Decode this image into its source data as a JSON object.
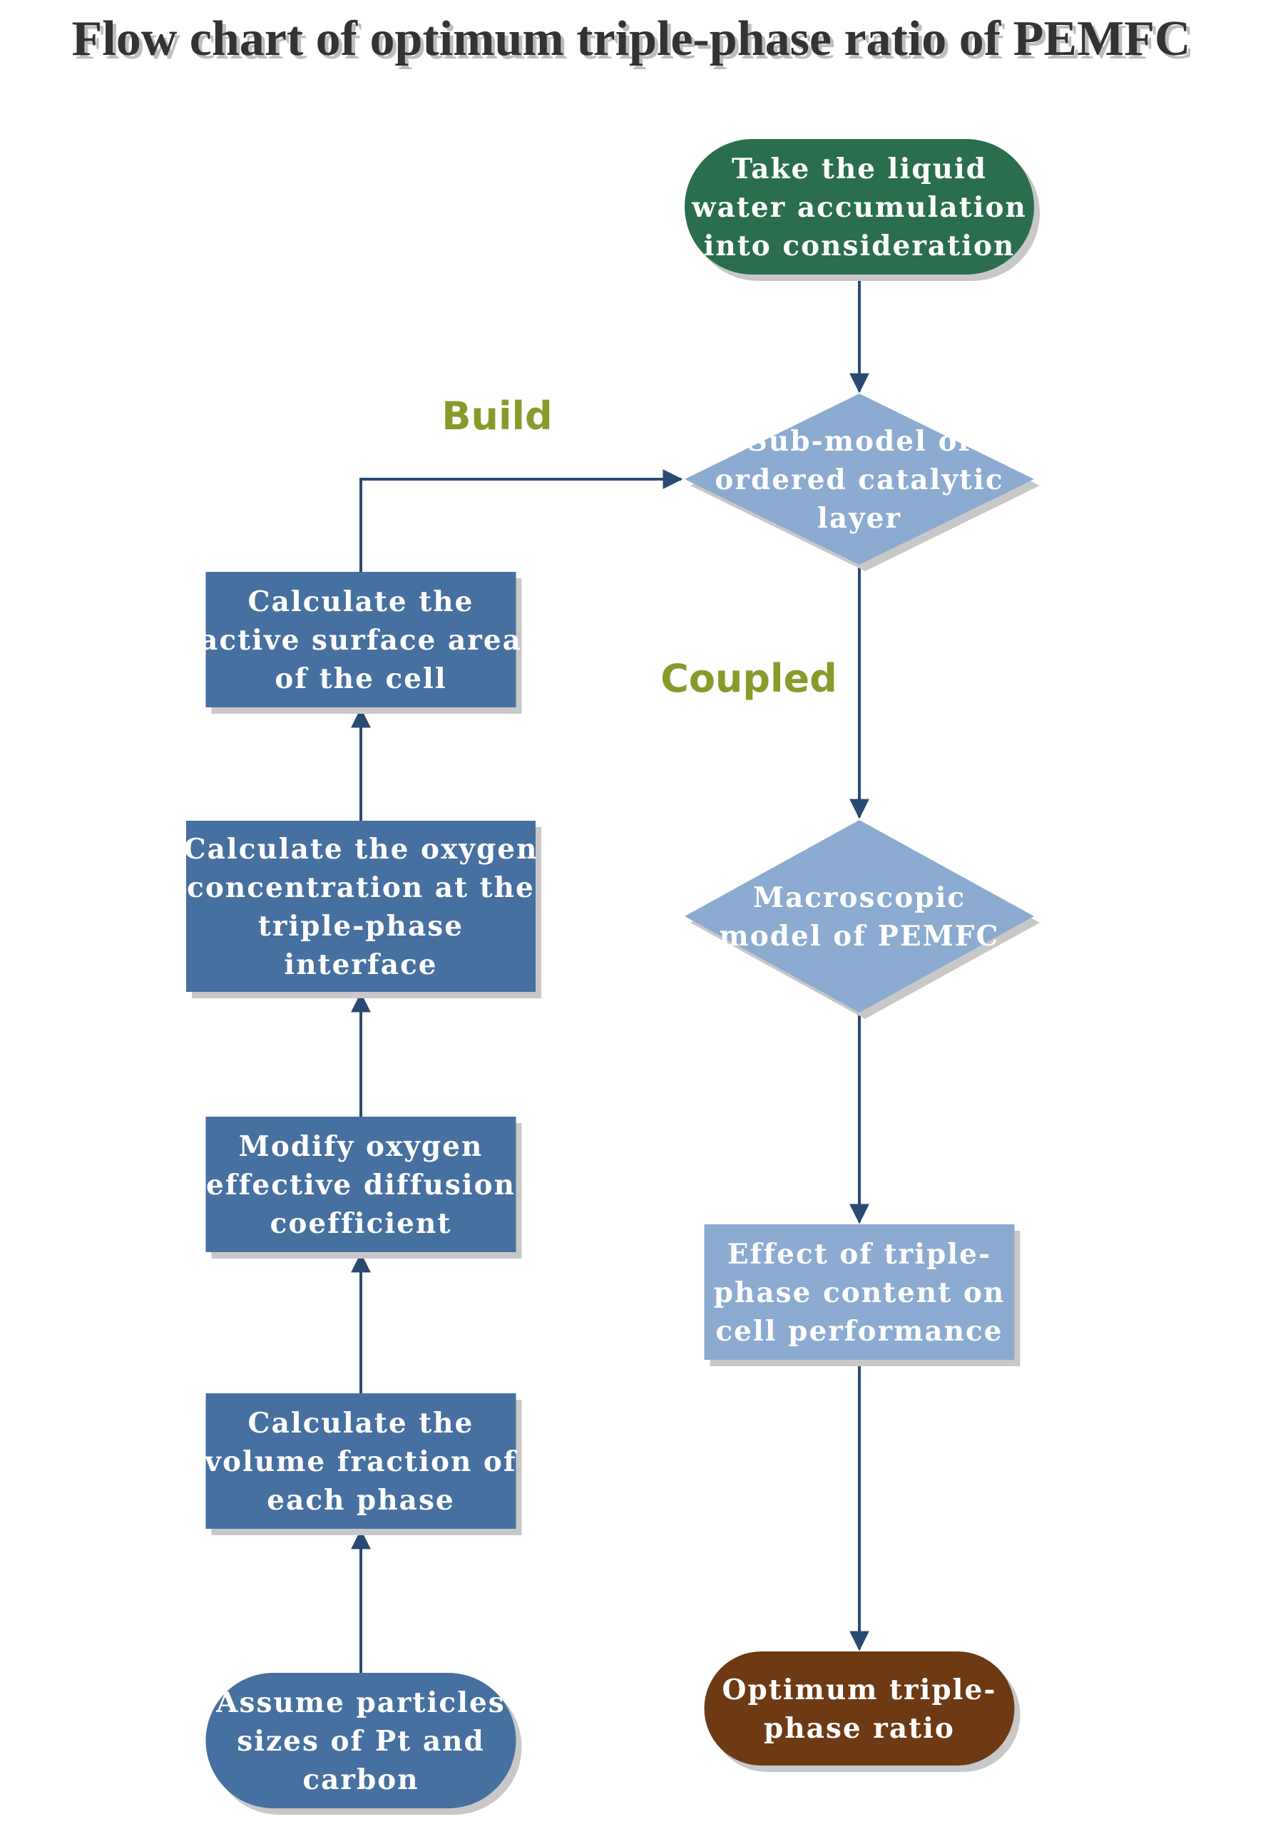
{
  "title": "Flow chart of optimum triple-phase ratio of PEMFC",
  "colors": {
    "start_green": "#2a6e4e",
    "dark_blue": "#4670a0",
    "light_blue": "#8cabd1",
    "end_brown": "#6e3a14",
    "edge": "#2b4a72",
    "edge_label": "#8a9a2a",
    "shadow": "#c8c8c8"
  },
  "nodes": {
    "liquid_water": {
      "shape": "rounded-terminal",
      "lines": [
        "Take the liquid",
        "water accumulation",
        "into consideration"
      ]
    },
    "sub_model": {
      "shape": "diamond",
      "lines": [
        "Sub-model of",
        "ordered catalytic",
        "layer"
      ]
    },
    "macroscopic": {
      "shape": "diamond",
      "lines": [
        "Macroscopic",
        "model of PEMFC"
      ]
    },
    "effect": {
      "shape": "rectangle",
      "lines": [
        "Effect of triple-",
        "phase content on",
        "cell performance"
      ]
    },
    "optimum": {
      "shape": "rounded-terminal",
      "lines": [
        "Optimum triple-",
        "phase ratio"
      ]
    },
    "active_surface": {
      "shape": "rectangle",
      "lines": [
        "Calculate the",
        "active surface area",
        "of the cell"
      ]
    },
    "oxygen_conc": {
      "shape": "rectangle",
      "lines": [
        "Calculate the oxygen",
        "concentration at the",
        "triple-phase",
        "interface"
      ]
    },
    "modify_oxygen": {
      "shape": "rectangle",
      "lines": [
        "Modify oxygen",
        "effective diffusion",
        "coefficient"
      ]
    },
    "volume_fraction": {
      "shape": "rectangle",
      "lines": [
        "Calculate the",
        "volume fraction of",
        "each phase"
      ]
    },
    "assume_particles": {
      "shape": "rounded-terminal",
      "lines": [
        "Assume particles",
        "sizes of Pt and",
        "carbon"
      ]
    }
  },
  "edges": [
    {
      "from": "liquid_water",
      "to": "sub_model",
      "label": ""
    },
    {
      "from": "sub_model",
      "to": "macroscopic",
      "label": "Coupled"
    },
    {
      "from": "macroscopic",
      "to": "effect",
      "label": ""
    },
    {
      "from": "effect",
      "to": "optimum",
      "label": ""
    },
    {
      "from": "assume_particles",
      "to": "volume_fraction",
      "label": ""
    },
    {
      "from": "volume_fraction",
      "to": "modify_oxygen",
      "label": ""
    },
    {
      "from": "modify_oxygen",
      "to": "oxygen_conc",
      "label": ""
    },
    {
      "from": "oxygen_conc",
      "to": "active_surface",
      "label": ""
    },
    {
      "from": "active_surface",
      "to": "sub_model",
      "label": "Build"
    }
  ]
}
